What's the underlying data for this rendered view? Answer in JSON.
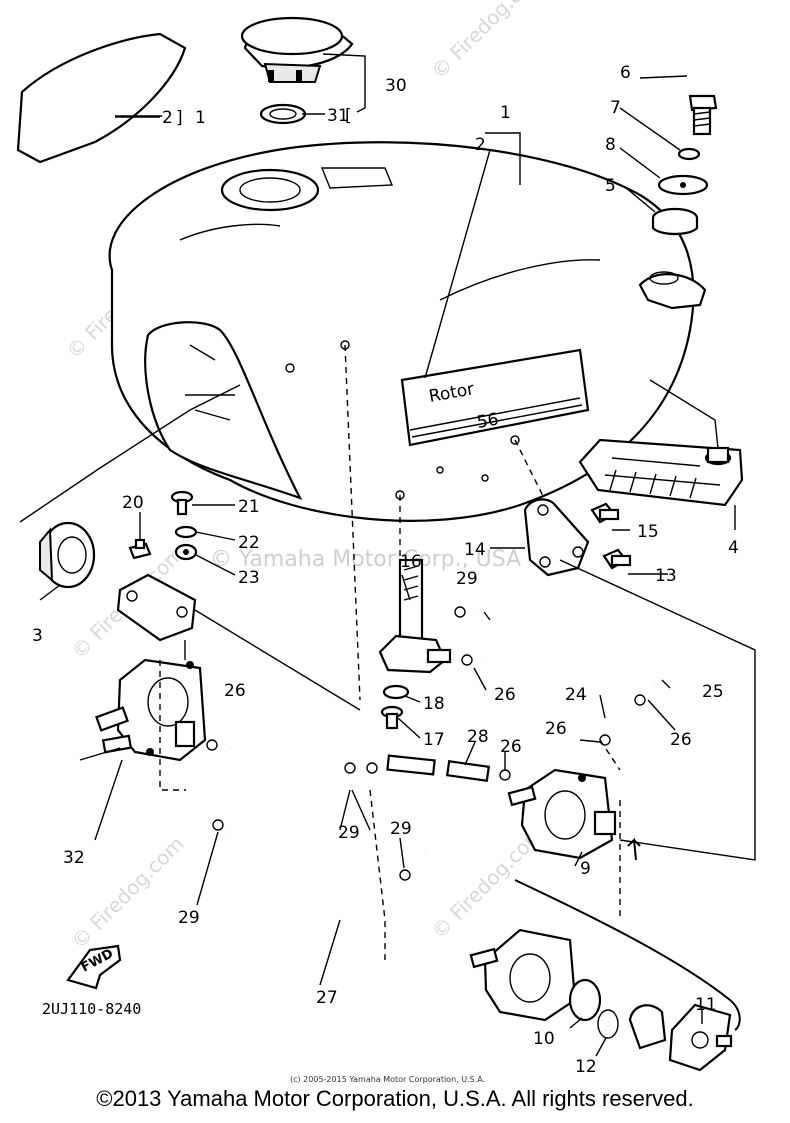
{
  "diagram_code": "2UJ110-8240",
  "fwd_label": "FWD",
  "copyright": "©2013 Yamaha Motor Corporation, U.S.A. All rights reserved.",
  "small_copyright": "(c) 2005-2015 Yamaha Motor Corporation, U.S.A.",
  "watermarks": {
    "firedog": "© Firedog.com",
    "center": "© Yamaha Motor Corp., USA"
  },
  "tank_badge": {
    "top": "Rotor",
    "bottom": "56"
  },
  "callouts": {
    "c1_top": "1",
    "c1_left": "1",
    "c2_left": "2",
    "c2_tank": "2",
    "c3": "3",
    "c4": "4",
    "c5": "5",
    "c6": "6",
    "c7": "7",
    "c8": "8",
    "c9": "9",
    "c10": "10",
    "c11": "11",
    "c12": "12",
    "c13": "13",
    "c14": "14",
    "c15": "15",
    "c16": "16",
    "c17": "17",
    "c18": "18",
    "c20": "20",
    "c21": "21",
    "c22": "22",
    "c23": "23",
    "c24": "24",
    "c25": "25",
    "c26_a": "26",
    "c26_b": "26",
    "c26_c": "26",
    "c26_d": "26",
    "c26_e": "26",
    "c27": "27",
    "c28": "28",
    "c29_a": "29",
    "c29_b": "29",
    "c29_c": "29",
    "c29_d": "29",
    "c30": "30",
    "c31": "31",
    "c32": "32"
  }
}
